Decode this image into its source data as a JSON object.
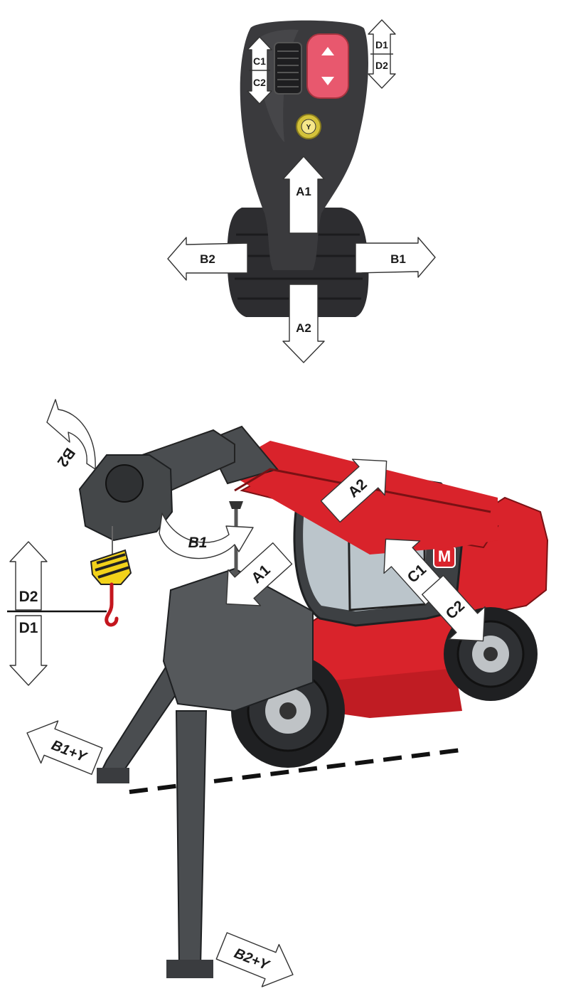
{
  "joystick": {
    "labels": {
      "a1": "A1",
      "a2": "A2",
      "b1": "B1",
      "b2": "B2",
      "c1": "C1",
      "c2": "C2",
      "d1": "D1",
      "d2": "D2",
      "y": "Y"
    }
  },
  "machine": {
    "labels": {
      "a1": "A1",
      "a2": "A2",
      "b1": "B1",
      "b2": "B2",
      "c1": "C1",
      "c2": "C2",
      "d1": "D1",
      "d2": "D2",
      "b1y": "B1+Y",
      "b2y": "B2+Y",
      "logo": "M"
    }
  },
  "colors": {
    "body_red": "#d9232b",
    "frame_gray": "#4a4d50",
    "grip_dark": "#2b2b2d",
    "button_pink": "#e8586e",
    "button_y": "#d4c23a",
    "hook_yellow": "#f2d21a"
  }
}
